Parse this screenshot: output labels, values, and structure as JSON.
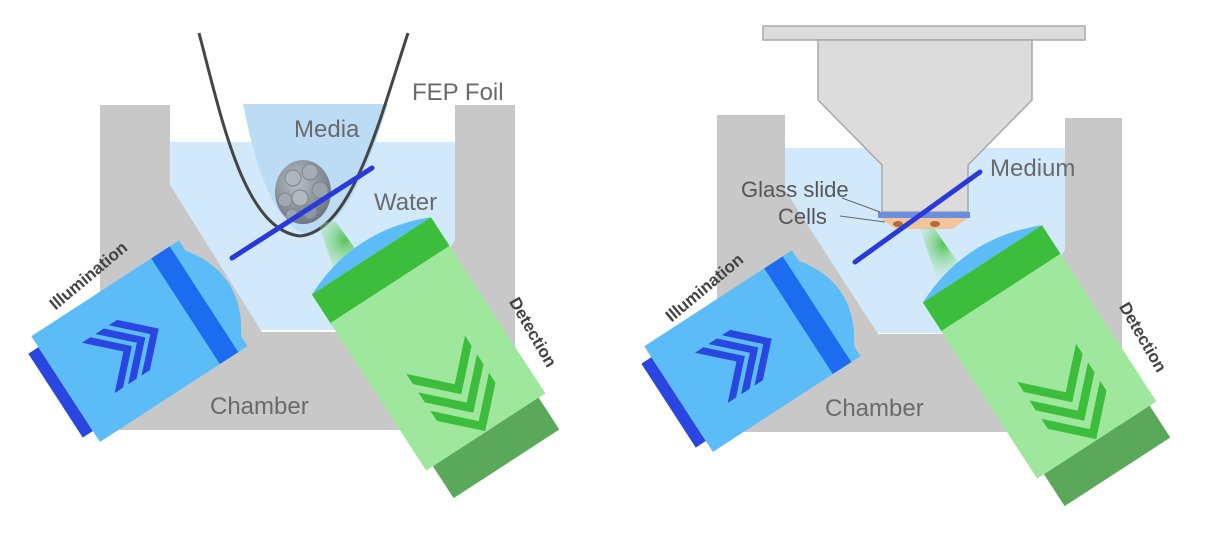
{
  "colors": {
    "chamber": "#c8c8c8",
    "water": "#d2e8fb",
    "media": "#bcdcf6",
    "illumination_body": "#5bbcf7",
    "illumination_accent": "#1c6cf0",
    "illumination_dark": "#2a46e0",
    "detection_body": "#9ee79c",
    "detection_accent": "#3cbe3c",
    "detection_dark": "#5aa85a",
    "beam": "#2a3ad8",
    "emission": "#5cc85c",
    "holder": "#dcdcdc",
    "holder_edge": "#a8a8a8",
    "text": "#6a6a6a"
  },
  "left_panel": {
    "labels": {
      "fep_foil": "FEP Foil",
      "media": "Media",
      "water": "Water",
      "chamber": "Chamber",
      "illumination": "Illumination",
      "detection": "Detection"
    }
  },
  "right_panel": {
    "labels": {
      "medium": "Medium",
      "glass_slide": "Glass slide",
      "cells": "Cells",
      "chamber": "Chamber",
      "illumination": "Illumination",
      "detection": "Detection"
    }
  }
}
